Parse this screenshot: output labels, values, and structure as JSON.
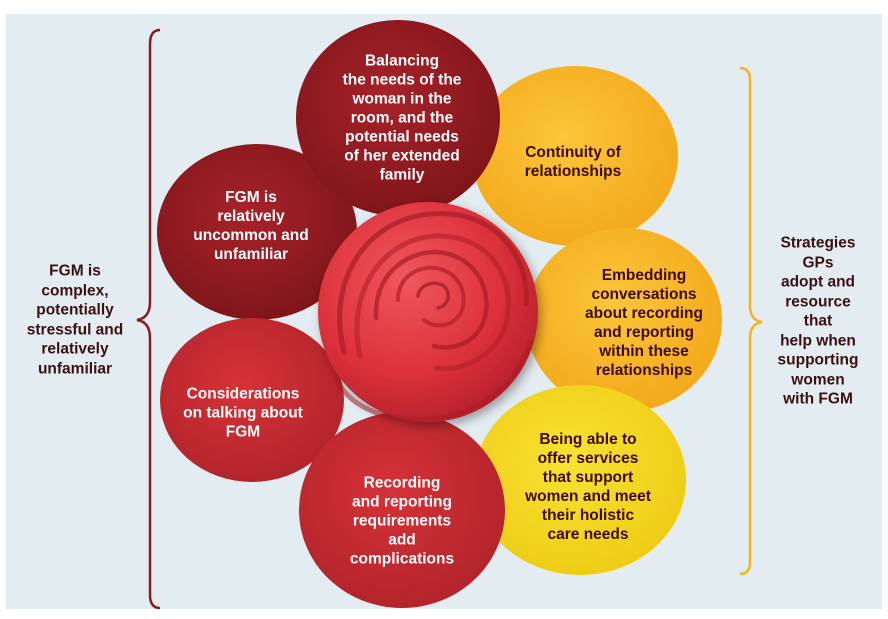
{
  "left_summary": "FGM is\ncomplex,\npotentially\nstressful and\nrelatively\nunfamiliar",
  "right_summary": "Strategies\nGPs\nadopt and\nresource that\nhelp when\nsupporting\nwomen\nwith FGM",
  "petals": {
    "balancing": "Balancing\nthe needs of the\nwoman in the\nroom, and the\npotential needs\nof her extended\nfamily",
    "uncommon": "FGM is\nrelatively\nuncommon and\nunfamiliar",
    "considerations": "Considerations\non talking about\nFGM",
    "recording": "Recording\nand reporting\nrequirements\nadd\ncomplications",
    "continuity": "Continuity of\nrelationships",
    "embedding": "Embedding\nconversations\nabout recording\nand reporting\nwithin these\nrelationships",
    "services": "Being able to\noffer services\nthat support\nwomen and meet\ntheir holistic\ncare needs"
  },
  "colors": {
    "background": "#e3ecf1",
    "left_bracket": "#8b1a22",
    "right_bracket": "#f2b51c",
    "petal_dark_red": "#8f1b22",
    "petal_red": "#c62b2f",
    "petal_orange": "#f8b51f",
    "petal_yellow": "#f3d617",
    "center_rose": "#e03640"
  }
}
